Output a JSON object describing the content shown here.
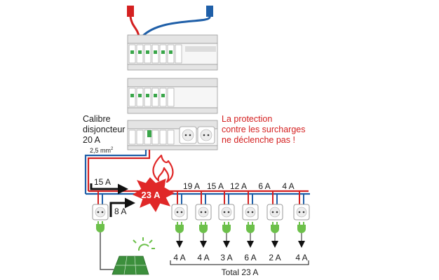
{
  "breaker_caption": [
    "Calibre",
    "disjoncteur",
    "20 A"
  ],
  "warning": [
    "La protection",
    "contre les surcharges",
    "ne déclenche pas !"
  ],
  "cable_section": "2,5 mm",
  "cable_section_exponent": "2",
  "overload_current": "23 A",
  "feed_current": "15 A",
  "injected_current": "8 A",
  "segment_currents": [
    "19 A",
    "15 A",
    "12 A",
    "6 A",
    "4 A"
  ],
  "outlet_loads": [
    "4 A",
    "4 A",
    "3 A",
    "6 A",
    "2 A",
    "4 A"
  ],
  "total_label": "Total 23 A",
  "colors": {
    "phase": "#d42020",
    "neutral": "#1f5fa8",
    "plug": "#6cc04a",
    "warning_text": "#d42020",
    "overload_burst": "#e02828",
    "solar_panel": "#3c8f3c"
  },
  "icons": {
    "burst": "explosion-burst-icon",
    "fire": "flame-icon",
    "sun": "sun-icon",
    "plug": "plug-icon",
    "outlet": "socket-outlet-icon",
    "panel": "solar-panel-icon"
  }
}
